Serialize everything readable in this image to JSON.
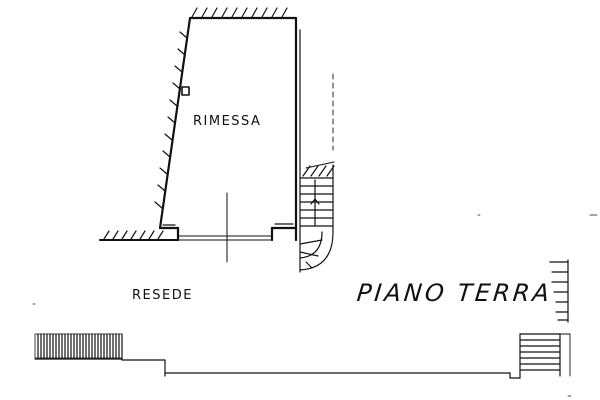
{
  "labels": {
    "room": "RIMESSA",
    "yard": "RESEDE",
    "floor": "PIANO TERRA"
  },
  "colors": {
    "ink": "#111111",
    "paper": "#ffffff"
  }
}
